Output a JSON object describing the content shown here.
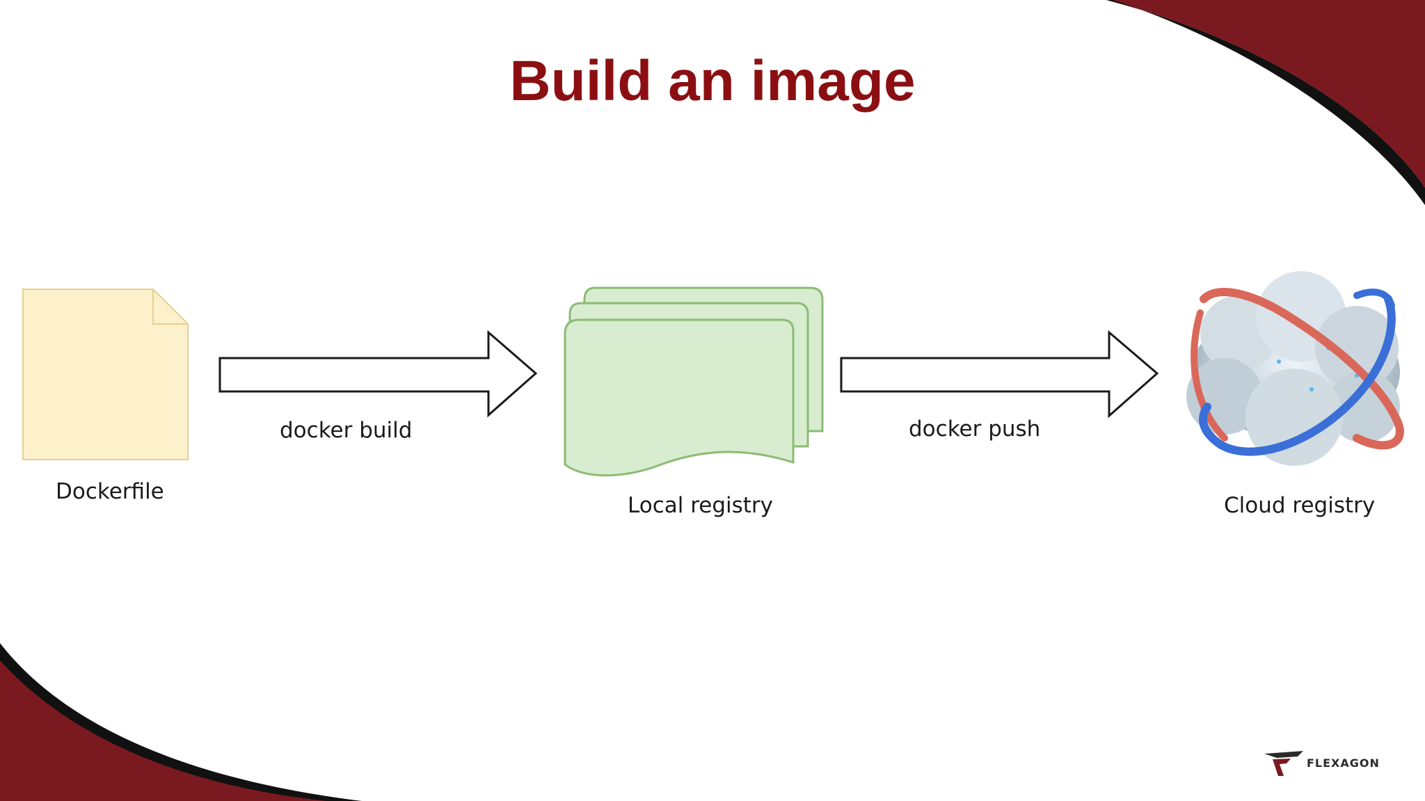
{
  "slide": {
    "title": "Build an image"
  },
  "diagram": {
    "nodes": [
      {
        "id": "dockerfile",
        "label": "Dockerfile",
        "icon": "document-icon",
        "color": "#fdf1cc"
      },
      {
        "id": "local-registry",
        "label": "Local registry",
        "icon": "stacked-documents-icon",
        "color": "#d8eccf"
      },
      {
        "id": "cloud-registry",
        "label": "Cloud registry",
        "icon": "cloud-orbit-icon"
      }
    ],
    "edges": [
      {
        "from": "dockerfile",
        "to": "local-registry",
        "label": "docker build"
      },
      {
        "from": "local-registry",
        "to": "cloud-registry",
        "label": "docker push"
      }
    ]
  },
  "brand": {
    "logo_text": "FLEXAGON",
    "accent_color": "#7a1a20"
  }
}
